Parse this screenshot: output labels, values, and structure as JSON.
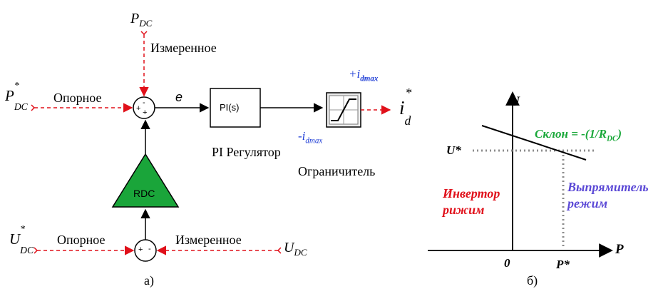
{
  "left_diagram": {
    "pdc_top": {
      "sym": "P",
      "sub": "DC"
    },
    "measured_top": "Измеренное",
    "pdc_ref": {
      "sym": "P",
      "sup": "*",
      "sub": "DC"
    },
    "ref_top": "Опорное",
    "error": "e",
    "sum_top_signs": {
      "top": "-",
      "left": "+",
      "bottom": "+"
    },
    "pi_block": "PI(s)",
    "pi_caption": "PI Регулятор",
    "limiter_max": {
      "prefix": "+i",
      "sub": "dmax"
    },
    "limiter_min": {
      "prefix": "-i",
      "sub": "dmax"
    },
    "limiter_caption": "Ограничитель",
    "output": {
      "sym": "i",
      "sup": "*",
      "sub": "d"
    },
    "rdc_block": "RDC",
    "udc_ref": {
      "sym": "U",
      "sup": "*",
      "sub": "DC"
    },
    "ref_bottom": "Опорное",
    "sum_bottom_signs": {
      "left": "+",
      "right": "-"
    },
    "measured_bottom": "Измеренное",
    "udc": {
      "sym": "U",
      "sub": "DC"
    },
    "caption": "а)"
  },
  "right_diagram": {
    "y_axis": "U",
    "x_axis": "P",
    "u_star": "U*",
    "p_star": "P*",
    "origin": "0",
    "slope": {
      "text": "Склон = -(1/R",
      "sub": "DC",
      "close": ")"
    },
    "inverter_1": "Инвертор",
    "inverter_2": "рижим",
    "rectifier_1": "Выпрямитель",
    "rectifier_2": "режим",
    "caption": "б)"
  },
  "colors": {
    "signal_red": "#e0101a",
    "green_block": "#1aa53a",
    "blue_text": "#1f3ed6",
    "slope_green": "#1aa83a",
    "rectifier_purple": "#5b49d6",
    "dotted_gray": "#8c8c8c"
  }
}
